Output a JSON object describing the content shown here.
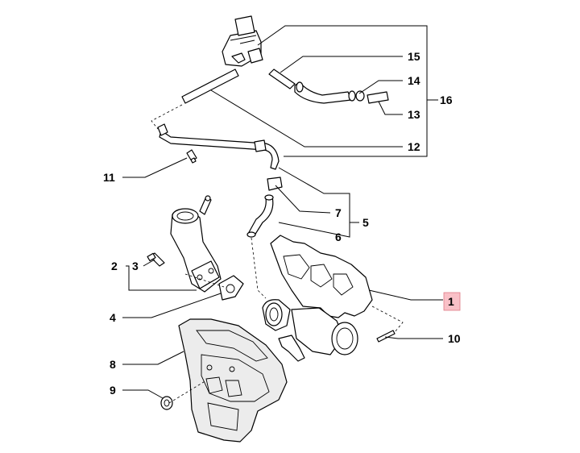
{
  "callouts": {
    "c1": "1",
    "c2": "2",
    "c3": "3",
    "c4": "4",
    "c5": "5",
    "c6": "6",
    "c7": "7",
    "c8": "8",
    "c9": "9",
    "c10": "10",
    "c11": "11",
    "c12": "12",
    "c13": "13",
    "c14": "14",
    "c15": "15",
    "c16": "16"
  },
  "colors": {
    "highlight": "#f9c0c7",
    "ink": "#000000"
  }
}
